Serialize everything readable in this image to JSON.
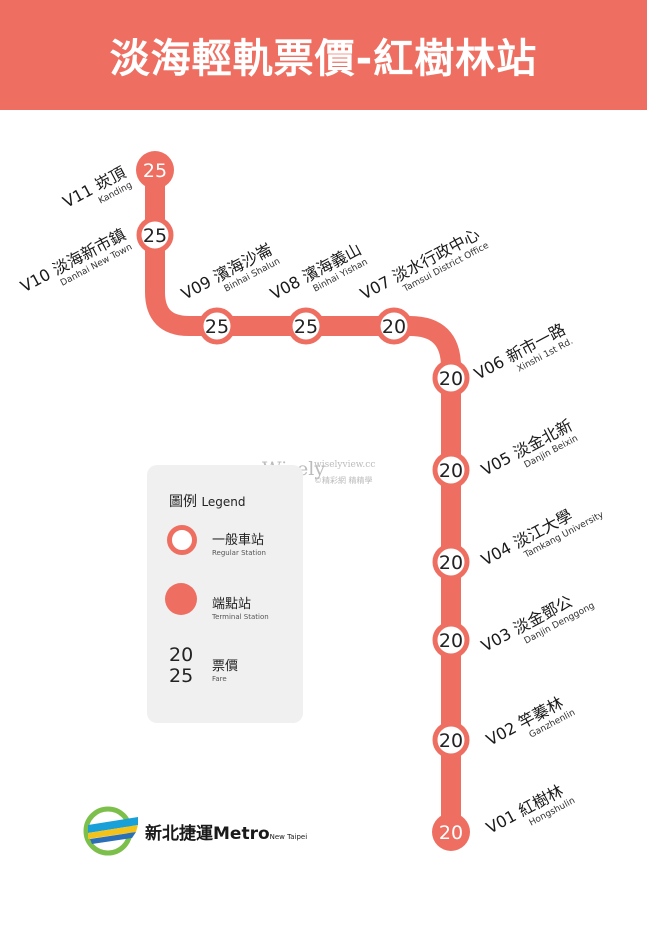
{
  "header": {
    "title": "淡海輕軌票價-紅樹林站"
  },
  "colors": {
    "accent": "#ee6f61",
    "text": "#222222",
    "panel": "#f0f0f0"
  },
  "stations": [
    {
      "code": "V11",
      "zh": "崁頂",
      "en": "Kanding",
      "fare": "25",
      "terminal": true
    },
    {
      "code": "V10",
      "zh": "淡海新市鎮",
      "en": "Danhai New Town",
      "fare": "25",
      "terminal": false
    },
    {
      "code": "V09",
      "zh": "濱海沙崙",
      "en": "Binhai Shalun",
      "fare": "25",
      "terminal": false
    },
    {
      "code": "V08",
      "zh": "濱海義山",
      "en": "Binhai Yishan",
      "fare": "25",
      "terminal": false
    },
    {
      "code": "V07",
      "zh": "淡水行政中心",
      "en": "Tamsui District Office",
      "fare": "20",
      "terminal": false
    },
    {
      "code": "V06",
      "zh": "新市一路",
      "en": "Xinshi 1st Rd.",
      "fare": "20",
      "terminal": false
    },
    {
      "code": "V05",
      "zh": "淡金北新",
      "en": "Danjin Beixin",
      "fare": "20",
      "terminal": false
    },
    {
      "code": "V04",
      "zh": "淡江大學",
      "en": "Tamkang University",
      "fare": "20",
      "terminal": false
    },
    {
      "code": "V03",
      "zh": "淡金鄧公",
      "en": "Danjin Denggong",
      "fare": "20",
      "terminal": false
    },
    {
      "code": "V02",
      "zh": "竿蓁林",
      "en": "Ganzhenlin",
      "fare": "20",
      "terminal": false
    },
    {
      "code": "V01",
      "zh": "紅樹林",
      "en": "Hongshulin",
      "fare": "20",
      "terminal": true
    }
  ],
  "legend": {
    "title_zh": "圖例",
    "title_en": "Legend",
    "regular_zh": "一般車站",
    "regular_en": "Regular Station",
    "terminal_zh": "端點站",
    "terminal_en": "Terminal Station",
    "fare_num_1": "20",
    "fare_num_2": "25",
    "fare_zh": "票價",
    "fare_en": "Fare"
  },
  "watermark": {
    "big": "Wisely",
    "small": "wiselyview.cc",
    "small2": "©精彩網 精精學"
  },
  "logo": {
    "text": "新北捷運Metro",
    "small": "New Taipei"
  }
}
